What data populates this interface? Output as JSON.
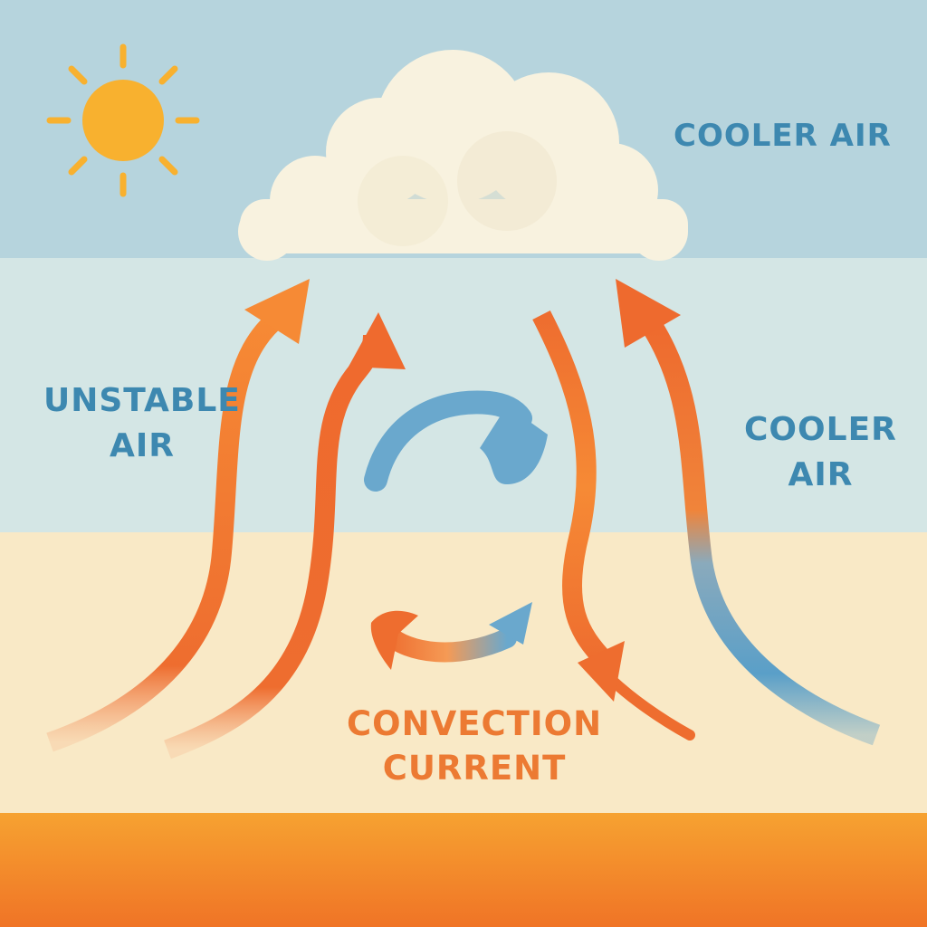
{
  "labels": {
    "cooler_air_top": "COOLER AIR",
    "unstable_air": [
      "UNSTABLE",
      "AIR"
    ],
    "cooler_air_right": [
      "COOLER",
      "AIR"
    ],
    "convection_current": [
      "CONVECTION",
      "CURRENT"
    ]
  },
  "colors": {
    "sky": "#b6d4dd",
    "mid_air": "#d4e6e5",
    "low_air": "#f9e9c6",
    "ground_top": "#f6a231",
    "ground_bottom": "#f07426",
    "sun": "#f8b12f",
    "cloud": "#f8f2df",
    "warm_arrow": "#ee6d2f",
    "warm_arrow_light": "#f68a35",
    "cool_arrow": "#5a9fc8",
    "label_blue": "#3d88b0",
    "label_orange": "#ec7a33"
  },
  "icons": [
    "sun-icon",
    "cloud-icon"
  ]
}
